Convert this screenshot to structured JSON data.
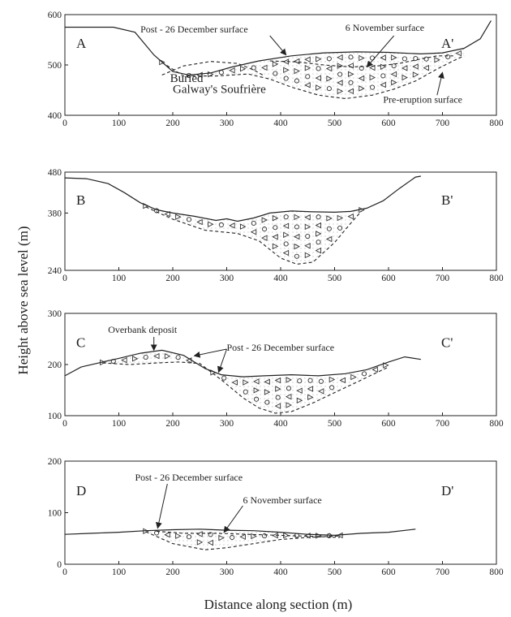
{
  "ylabel": "Height above sea level (m)",
  "xlabel": "Distance along section (m)",
  "chart_data": [
    {
      "type": "line",
      "panel": "A",
      "start_label": "A",
      "end_label": "A'",
      "xlim": [
        0,
        800
      ],
      "ylim": [
        400,
        600
      ],
      "xticks": [
        "0",
        "100",
        "200",
        "300",
        "400",
        "500",
        "600",
        "700",
        "800"
      ],
      "yticks": [
        "400",
        "500",
        "600"
      ],
      "series": [
        {
          "name": "Post - 26 December surface",
          "style": "solid",
          "x": [
            0,
            60,
            90,
            130,
            165,
            200,
            230,
            270,
            310,
            360,
            420,
            480,
            540,
            600,
            660,
            700,
            740,
            770,
            790
          ],
          "y": [
            575,
            575,
            575,
            565,
            520,
            487,
            480,
            484,
            496,
            508,
            518,
            524,
            526,
            525,
            522,
            524,
            533,
            552,
            588
          ]
        },
        {
          "name": "6 November surface",
          "style": "dashed",
          "x": [
            380,
            430,
            480,
            530,
            580,
            620,
            660,
            690,
            720
          ],
          "y": [
            508,
            506,
            500,
            496,
            498,
            503,
            512,
            518,
            518
          ]
        },
        {
          "name": "Pre-eruption surface",
          "style": "dashed",
          "x": [
            180,
            220,
            280,
            340,
            380,
            420,
            470,
            520,
            570,
            610,
            650,
            690,
            720,
            740
          ],
          "y": [
            505,
            478,
            478,
            482,
            472,
            456,
            440,
            433,
            440,
            452,
            468,
            492,
            508,
            518
          ]
        },
        {
          "name": "Buried Galway's Soufrière",
          "style": "dashed",
          "x": [
            180,
            220,
            270,
            320,
            350,
            370
          ],
          "y": [
            480,
            498,
            507,
            503,
            490,
            478
          ]
        }
      ],
      "annotations": [
        "Post - 26 December surface",
        "6 November surface",
        "Buried",
        "Galway's Soufrière",
        "Pre-eruption surface"
      ]
    },
    {
      "type": "line",
      "panel": "B",
      "start_label": "B",
      "end_label": "B'",
      "xlim": [
        0,
        800
      ],
      "ylim": [
        240,
        480
      ],
      "xticks": [
        "0",
        "100",
        "200",
        "300",
        "400",
        "500",
        "600",
        "700",
        "800"
      ],
      "yticks": [
        "240",
        "380",
        "480"
      ],
      "series": [
        {
          "name": "Post - 26 December surface",
          "style": "solid",
          "x": [
            0,
            40,
            80,
            110,
            140,
            170,
            200,
            240,
            280,
            300,
            320,
            350,
            380,
            420,
            460,
            500,
            530,
            560,
            590,
            620,
            650,
            660
          ],
          "y": [
            466,
            464,
            452,
            430,
            405,
            388,
            380,
            372,
            362,
            366,
            360,
            368,
            380,
            385,
            383,
            382,
            384,
            392,
            410,
            440,
            468,
            470
          ]
        },
        {
          "name": "Pre-eruption surface",
          "style": "dashed",
          "x": [
            150,
            200,
            260,
            320,
            360,
            400,
            430,
            460,
            500,
            530,
            550
          ],
          "y": [
            395,
            365,
            338,
            330,
            312,
            270,
            255,
            260,
            308,
            355,
            385
          ]
        }
      ],
      "annotations": []
    },
    {
      "type": "line",
      "panel": "C",
      "start_label": "C",
      "end_label": "C'",
      "xlim": [
        0,
        800
      ],
      "ylim": [
        100,
        300
      ],
      "xticks": [
        "0",
        "100",
        "200",
        "300",
        "400",
        "500",
        "600",
        "700",
        "800"
      ],
      "yticks": [
        "100",
        "200",
        "300"
      ],
      "series": [
        {
          "name": "Post - 26 December surface",
          "style": "solid",
          "x": [
            0,
            30,
            70,
            100,
            140,
            180,
            220,
            260,
            290,
            330,
            370,
            420,
            470,
            520,
            560,
            600,
            630,
            660
          ],
          "y": [
            178,
            195,
            205,
            212,
            222,
            228,
            218,
            192,
            180,
            176,
            178,
            180,
            178,
            182,
            190,
            205,
            215,
            210
          ]
        },
        {
          "name": "Pre-eruption surface",
          "style": "dashed",
          "x": [
            70,
            120,
            170,
            210,
            250,
            290,
            330,
            360,
            390,
            420,
            460,
            500,
            540,
            580,
            600
          ],
          "y": [
            203,
            200,
            203,
            205,
            202,
            170,
            135,
            115,
            105,
            108,
            125,
            145,
            165,
            185,
            195
          ]
        }
      ],
      "annotations": [
        "Overbank deposit",
        "Post - 26 December surface"
      ]
    },
    {
      "type": "line",
      "panel": "D",
      "start_label": "D",
      "end_label": "D'",
      "xlim": [
        0,
        800
      ],
      "ylim": [
        0,
        200
      ],
      "xticks": [
        "0",
        "100",
        "200",
        "300",
        "400",
        "500",
        "600",
        "700",
        "800"
      ],
      "yticks": [
        "0",
        "100",
        "200"
      ],
      "series": [
        {
          "name": "Post - 26 December surface",
          "style": "solid",
          "x": [
            0,
            50,
            100,
            150,
            200,
            250,
            300,
            350,
            400,
            450,
            500,
            550,
            600,
            650
          ],
          "y": [
            58,
            60,
            62,
            65,
            67,
            68,
            66,
            65,
            62,
            58,
            56,
            60,
            62,
            68
          ]
        },
        {
          "name": "6 November surface",
          "style": "dashed",
          "x": [
            170,
            220,
            280,
            340,
            400,
            460,
            510
          ],
          "y": [
            64,
            60,
            60,
            58,
            56,
            54,
            52
          ]
        },
        {
          "name": "Pre-eruption surface",
          "style": "dashed",
          "x": [
            150,
            200,
            260,
            300,
            350,
            400,
            450,
            510
          ],
          "y": [
            63,
            40,
            28,
            32,
            40,
            48,
            52,
            55
          ]
        }
      ],
      "annotations": [
        "Post - 26 December surface",
        "6 November surface"
      ]
    }
  ],
  "colors": {
    "ink": "#222222",
    "background": "#ffffff"
  }
}
